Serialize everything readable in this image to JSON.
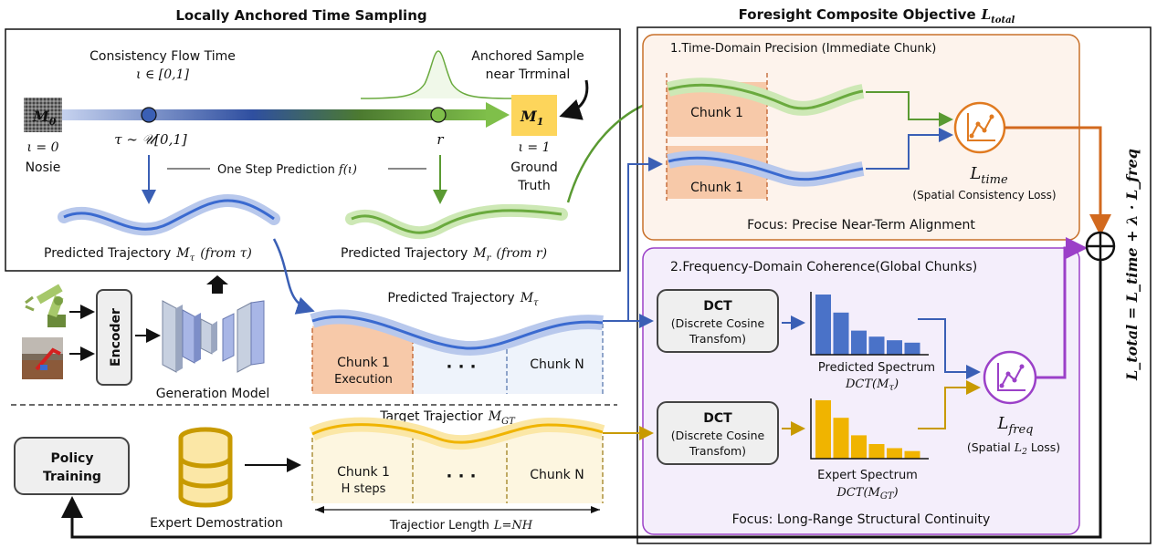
{
  "left": {
    "title": "Locally Anchored Time Sampling",
    "flow_time": "Consistency Flow Time",
    "flow_range": "ι ∈ [0,1]",
    "anchored": "Anchored Sample",
    "anchored2": "near Trrminal",
    "m0": "M",
    "m0_sub": "0",
    "m1": "M",
    "m1_sub": "1",
    "iota0": "ι = 0",
    "noise": "Nosie",
    "tau_sample": "τ ∼ 𝒰[0,1]",
    "r": "r",
    "iota1": "ι = 1",
    "ground": "Ground",
    "truth": "Truth",
    "one_step": "One Step Prediction",
    "f_iota": "f(ι)",
    "pred_tau": "Predicted Trajectory",
    "pred_tau_sym": "M",
    "pred_tau_sub": "τ",
    "pred_tau_from": "(from τ)",
    "pred_r": "Predicted Trajectory",
    "pred_r_sym": "M",
    "pred_r_sub": "r",
    "pred_r_from": "(from r)",
    "encoder": "Encoder",
    "generation_model": "Generation Model",
    "traj_title": "Predicted Trajectory",
    "traj_sym": "M",
    "traj_sub": "τ",
    "chunk1": "Chunk 1",
    "execution": "Execution",
    "dots": "· · ·",
    "chunkN": "Chunk N",
    "target_title": "Target Trajectior",
    "target_sym": "M",
    "target_sub": "GT",
    "h_steps": "H steps",
    "traj_length": "Trajectior Length",
    "traj_length_formula": "L=NH",
    "policy1": "Policy",
    "policy2": "Training",
    "expert_demo": "Expert Demostration"
  },
  "right": {
    "title": "Foresight Composite Objective",
    "title_sym": "L",
    "title_sub": "total",
    "time_title": "1.Time-Domain Precision (Immediate Chunk)",
    "chunk1a": "Chunk 1",
    "chunk1b": "Chunk 1",
    "l_time": "L",
    "l_time_sub": "time",
    "spatial_consistency": "(Spatial Consistency Loss)",
    "focus_time": "Focus: Precise Near-Term Alignment",
    "freq_title": "2.Frequency-Domain Coherence(Global Chunks)",
    "dct": "DCT",
    "dct_line1": "(Discrete Cosine",
    "dct_line2": "Transfom)",
    "pred_spectrum": "Predicted Spectrum",
    "pred_spectrum_sym": "DCT(M",
    "pred_spectrum_sub": "τ",
    "pred_spectrum_close": ")",
    "expert_spectrum": "Expert Spectrum",
    "expert_spectrum_sym": "DCT(M",
    "expert_spectrum_sub": "GT",
    "expert_spectrum_close": ")",
    "l_freq": "L",
    "l_freq_sub": "freq",
    "spatial_l2": "(Spatial",
    "spatial_l2_sym": "L",
    "spatial_l2_sub": "2",
    "spatial_l2_end": "Loss)",
    "focus_freq": "Focus: Long-Range Structural Continuity",
    "equation": "L_total = L_time + λ · L_freq"
  },
  "chart_data": [
    {
      "type": "bar",
      "name": "Predicted Spectrum",
      "values": [
        10,
        7,
        4,
        3,
        2.4,
        2
      ],
      "color": "#4a72c8"
    },
    {
      "type": "bar",
      "name": "Expert Spectrum",
      "values": [
        10,
        7,
        4,
        2.5,
        1.8,
        1.3
      ],
      "color": "#f0b400"
    }
  ],
  "colors": {
    "blue": "#3a5fb5",
    "blue_light": "#b8c8ec",
    "green": "#5a9a32",
    "green_light": "#cde8b5",
    "yellow": "#f0b400",
    "yellow_light": "#fbe7a6",
    "orange": "#d2691e",
    "purple": "#9b40c8",
    "chunk_fill": "#f7c9a9",
    "time_bg": "#fdf3ec",
    "freq_bg": "#f4eefb"
  }
}
